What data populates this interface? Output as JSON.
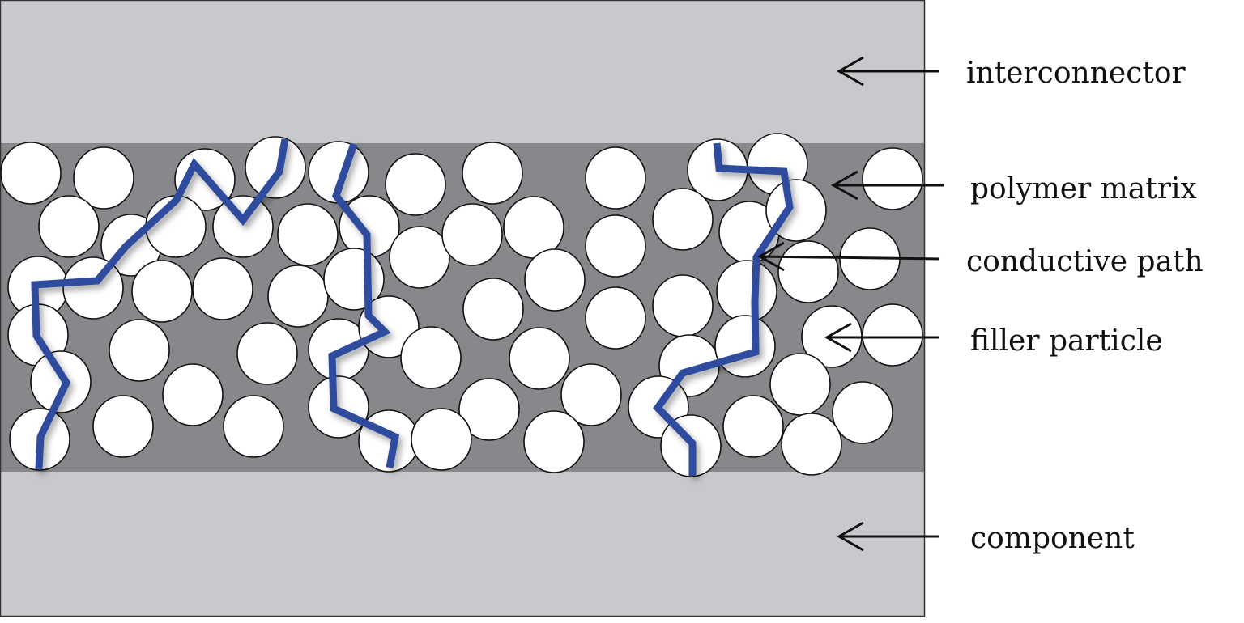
{
  "labels": {
    "interconnector": "interconnector",
    "polymer_matrix": "polymer matrix",
    "conductive_path": "conductive path",
    "filler_particle": "filler particle",
    "component": "component"
  },
  "colors": {
    "interconnector_layer": "#c8c9cc",
    "polymer_matrix": "#87888b",
    "component_layer": "#c8c9cc",
    "filler_particle": "#ffffff",
    "conductive_path": "#2f4c9e",
    "arrow": "#111111"
  }
}
